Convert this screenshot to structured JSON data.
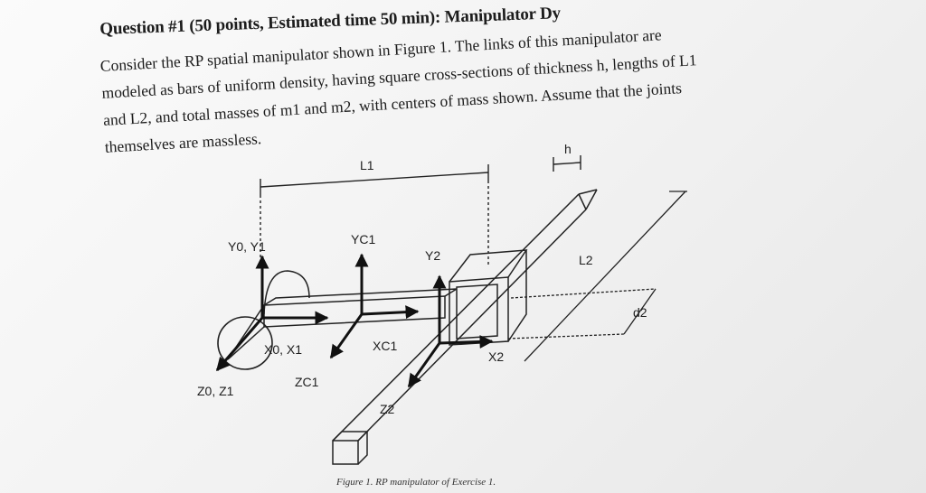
{
  "question": {
    "title": "Question #1 (50 points, Estimated time 50 min): Manipulator Dy",
    "lines": [
      "Consider the RP spatial manipulator shown in Figure 1. The links of this manipulator are",
      "modeled as bars of uniform density, having square cross-sections of thickness h, lengths of L1",
      "and L2, and total masses of m1 and m2, with centers of mass shown. Assume that the joints",
      "themselves are massless."
    ]
  },
  "figure": {
    "labels": {
      "L1": "L1",
      "h": "h",
      "Y0Y1": "Y0, Y1",
      "YC1": "YC1",
      "Y2": "Y2",
      "L2": "L2",
      "d2": "d2",
      "X0X1": "X0, X1",
      "XC1": "XC1",
      "X2": "X2",
      "Z0Z1": "Z0, Z1",
      "ZC1": "ZC1",
      "Z2": "Z2"
    },
    "caption": "Figure 1. RP manipulator of Exercise 1."
  }
}
